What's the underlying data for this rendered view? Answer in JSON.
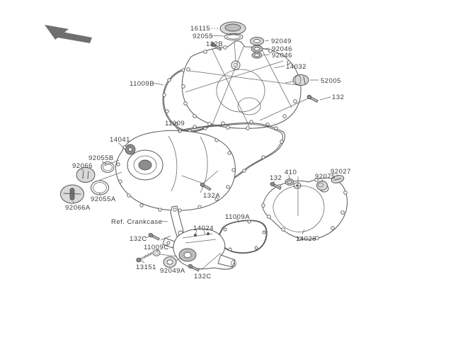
{
  "page": {
    "background_color": "#ffffff",
    "description": "Exploded engine cover parts diagram (line art) with callout part numbers and an orientation arrow"
  },
  "diagram": {
    "line_color": "#585858",
    "label_color": "#3d3d3d",
    "arrow_color": "#6f6f6f",
    "labels": [
      {
        "id": "16115",
        "text": "16115"
      },
      {
        "id": "92055",
        "text": "92055"
      },
      {
        "id": "132B",
        "text": "132B"
      },
      {
        "id": "92049",
        "text": "92049"
      },
      {
        "id": "92046-1",
        "text": "92046"
      },
      {
        "id": "92046-2",
        "text": "92046"
      },
      {
        "id": "14032",
        "text": "14032"
      },
      {
        "id": "52005",
        "text": "52005"
      },
      {
        "id": "132-clutch",
        "text": "132"
      },
      {
        "id": "11009B",
        "text": "11009B"
      },
      {
        "id": "11009",
        "text": "11009"
      },
      {
        "id": "14041",
        "text": "14041"
      },
      {
        "id": "92055B",
        "text": "92055B"
      },
      {
        "id": "92066",
        "text": "92066"
      },
      {
        "id": "92055A",
        "text": "92055A"
      },
      {
        "id": "92066A",
        "text": "92066A"
      },
      {
        "id": "132A",
        "text": "132A"
      },
      {
        "id": "132-chain",
        "text": "132"
      },
      {
        "id": "410",
        "text": "410"
      },
      {
        "id": "92075",
        "text": "92075"
      },
      {
        "id": "92027",
        "text": "92027"
      },
      {
        "id": "14026",
        "text": "14026"
      },
      {
        "id": "ref-crankcase",
        "text": "Ref. Crankcase"
      },
      {
        "id": "132C-1",
        "text": "132C"
      },
      {
        "id": "11009C",
        "text": "11009C"
      },
      {
        "id": "13151",
        "text": "13151"
      },
      {
        "id": "92049A",
        "text": "92049A"
      },
      {
        "id": "14024",
        "text": "14024"
      },
      {
        "id": "132C-2",
        "text": "132C"
      },
      {
        "id": "11009A",
        "text": "11009A"
      }
    ]
  }
}
